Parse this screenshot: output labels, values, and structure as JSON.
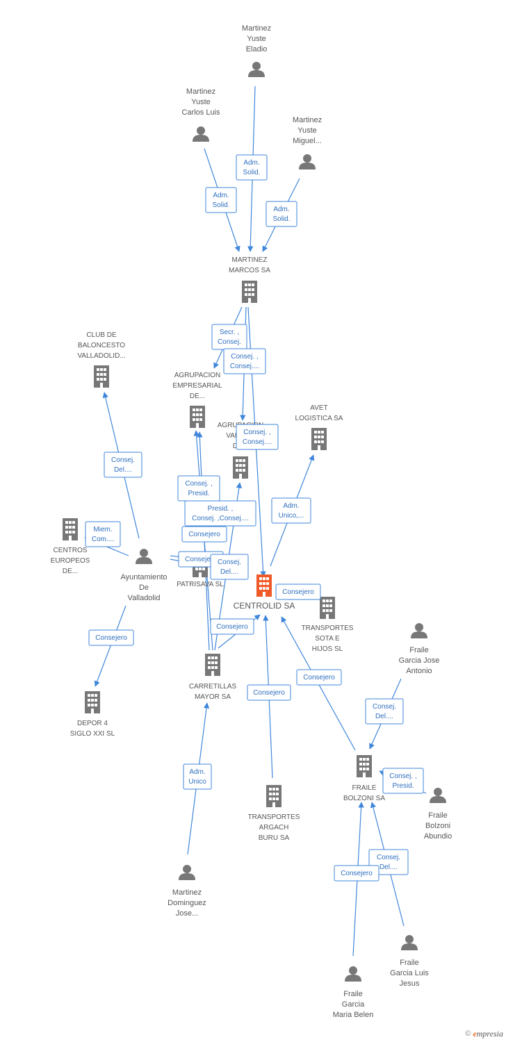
{
  "colors": {
    "edge": "#3f86db",
    "node": "#777777",
    "focus_node": "#f05a28",
    "label": "#555555"
  },
  "nodes": [
    {
      "id": "eladio",
      "type": "person",
      "lines": [
        "Martinez",
        "Yuste",
        "Eladio"
      ]
    },
    {
      "id": "carlos",
      "type": "person",
      "lines": [
        "Martinez",
        "Yuste",
        "Carlos Luis"
      ]
    },
    {
      "id": "miguel",
      "type": "person",
      "lines": [
        "Martinez",
        "Yuste",
        "Miguel..."
      ]
    },
    {
      "id": "marcos",
      "type": "company",
      "lines": [
        "MARTINEZ",
        "MARCOS SA"
      ]
    },
    {
      "id": "club",
      "type": "company",
      "lines": [
        "CLUB DE",
        "BALONCESTO",
        "VALLADOLID..."
      ]
    },
    {
      "id": "agrup1",
      "type": "company",
      "lines": [
        "AGRUPACION",
        "EMPRESARIAL",
        "DE..."
      ]
    },
    {
      "id": "agrup2",
      "type": "company",
      "lines": [
        "AGRUPACION",
        "VALLIS...",
        "DE..."
      ]
    },
    {
      "id": "avet",
      "type": "company",
      "lines": [
        "AVET",
        "LOGISTICA SA"
      ]
    },
    {
      "id": "centros",
      "type": "company",
      "lines": [
        "CENTROS",
        "EUROPEOS",
        "DE..."
      ]
    },
    {
      "id": "ayto",
      "type": "person",
      "lines": [
        "Ayuntamiento",
        "De",
        "Valladolid"
      ]
    },
    {
      "id": "patrisava",
      "type": "company",
      "lines": [
        "PATRISAVA SL"
      ]
    },
    {
      "id": "centrolid",
      "type": "focus",
      "lines": [
        "CENTROLID SA"
      ]
    },
    {
      "id": "sota",
      "type": "company",
      "lines": [
        "TRANSPORTES",
        "SOTA E",
        "HIJOS  SL"
      ]
    },
    {
      "id": "fjose",
      "type": "person",
      "lines": [
        "Fraile",
        "Garcia Jose",
        "Antonio"
      ]
    },
    {
      "id": "carretillas",
      "type": "company",
      "lines": [
        "CARRETILLAS",
        "MAYOR SA"
      ]
    },
    {
      "id": "depor",
      "type": "company",
      "lines": [
        "DEPOR 4",
        "SIGLO XXI SL"
      ]
    },
    {
      "id": "fbolzoni",
      "type": "company",
      "lines": [
        "FRAILE",
        "BOLZONI SA"
      ]
    },
    {
      "id": "fabundio",
      "type": "person",
      "lines": [
        "Fraile",
        "Bolzoni",
        "Abundio"
      ]
    },
    {
      "id": "argach",
      "type": "company",
      "lines": [
        "TRANSPORTES",
        "ARGACH",
        "BURU SA"
      ]
    },
    {
      "id": "mdjose",
      "type": "person",
      "lines": [
        "Martinez",
        "Dominguez",
        "Jose..."
      ]
    },
    {
      "id": "fluis",
      "type": "person",
      "lines": [
        "Fraile",
        "Garcia Luis",
        "Jesus"
      ]
    },
    {
      "id": "fmaria",
      "type": "person",
      "lines": [
        "Fraile",
        "Garcia",
        "Maria Belen"
      ]
    }
  ],
  "edges": [
    {
      "from": "eladio",
      "to": "marcos",
      "lines": [
        "Adm.",
        "Solid."
      ]
    },
    {
      "from": "carlos",
      "to": "marcos",
      "lines": [
        "Adm.",
        "Solid."
      ]
    },
    {
      "from": "miguel",
      "to": "marcos",
      "lines": [
        "Adm.",
        "Solid."
      ]
    },
    {
      "from": "marcos",
      "to": "agrup1",
      "lines": [
        "Secr. ,",
        "Consej."
      ]
    },
    {
      "from": "marcos",
      "to": "agrup2",
      "lines": [
        "Consej. ,",
        "Consej...."
      ]
    },
    {
      "from": "marcos",
      "to": "centrolid",
      "lines": [
        "Consej. ,",
        "Consej...."
      ]
    },
    {
      "from": "ayto",
      "to": "club",
      "lines": [
        "Consej.",
        "Del...."
      ]
    },
    {
      "from": "ayto",
      "to": "centros",
      "lines": [
        "Miem.",
        "Com...."
      ]
    },
    {
      "from": "ayto",
      "to": "depor",
      "lines": [
        "Consejero"
      ]
    },
    {
      "from": "ayto",
      "to": "patrisava",
      "lines": [
        "Consejero"
      ]
    },
    {
      "from": "ayto",
      "to": "centrolid",
      "lines": [
        "Consej.",
        "Del...."
      ]
    },
    {
      "from": "carretillas",
      "to": "agrup1",
      "lines": [
        "Consej. ,",
        "Presid."
      ]
    },
    {
      "from": "carretillas",
      "to": "agrup2",
      "lines": [
        "Presid. ,",
        "Consej. ,Consej...."
      ]
    },
    {
      "from": "carretillas",
      "to": "agrup1",
      "lines": [
        "Consejero"
      ]
    },
    {
      "from": "carretillas",
      "to": "centrolid",
      "lines": [
        "Consejero"
      ]
    },
    {
      "from": "centrolid",
      "to": "avet",
      "lines": [
        "Adm.",
        "Unico,..."
      ]
    },
    {
      "from": "sota",
      "to": "centrolid",
      "lines": [
        "Consejero"
      ]
    },
    {
      "from": "argach",
      "to": "centrolid",
      "lines": [
        "Consejero"
      ]
    },
    {
      "from": "fbolzoni",
      "to": "centrolid",
      "lines": [
        "Consejero"
      ]
    },
    {
      "from": "mdjose",
      "to": "carretillas",
      "lines": [
        "Adm.",
        "Unico"
      ]
    },
    {
      "from": "fjose",
      "to": "fbolzoni",
      "lines": [
        "Consej.",
        "Del...."
      ]
    },
    {
      "from": "fabundio",
      "to": "fbolzoni",
      "lines": [
        "Consej. ,",
        "Presid."
      ]
    },
    {
      "from": "fluis",
      "to": "fbolzoni",
      "lines": [
        "Consej.",
        "Del...."
      ]
    },
    {
      "from": "fmaria",
      "to": "fbolzoni",
      "lines": [
        "Consejero"
      ]
    }
  ],
  "footer": {
    "copyright": "©",
    "brand_initial": "e",
    "brand_rest": "mpresia"
  }
}
